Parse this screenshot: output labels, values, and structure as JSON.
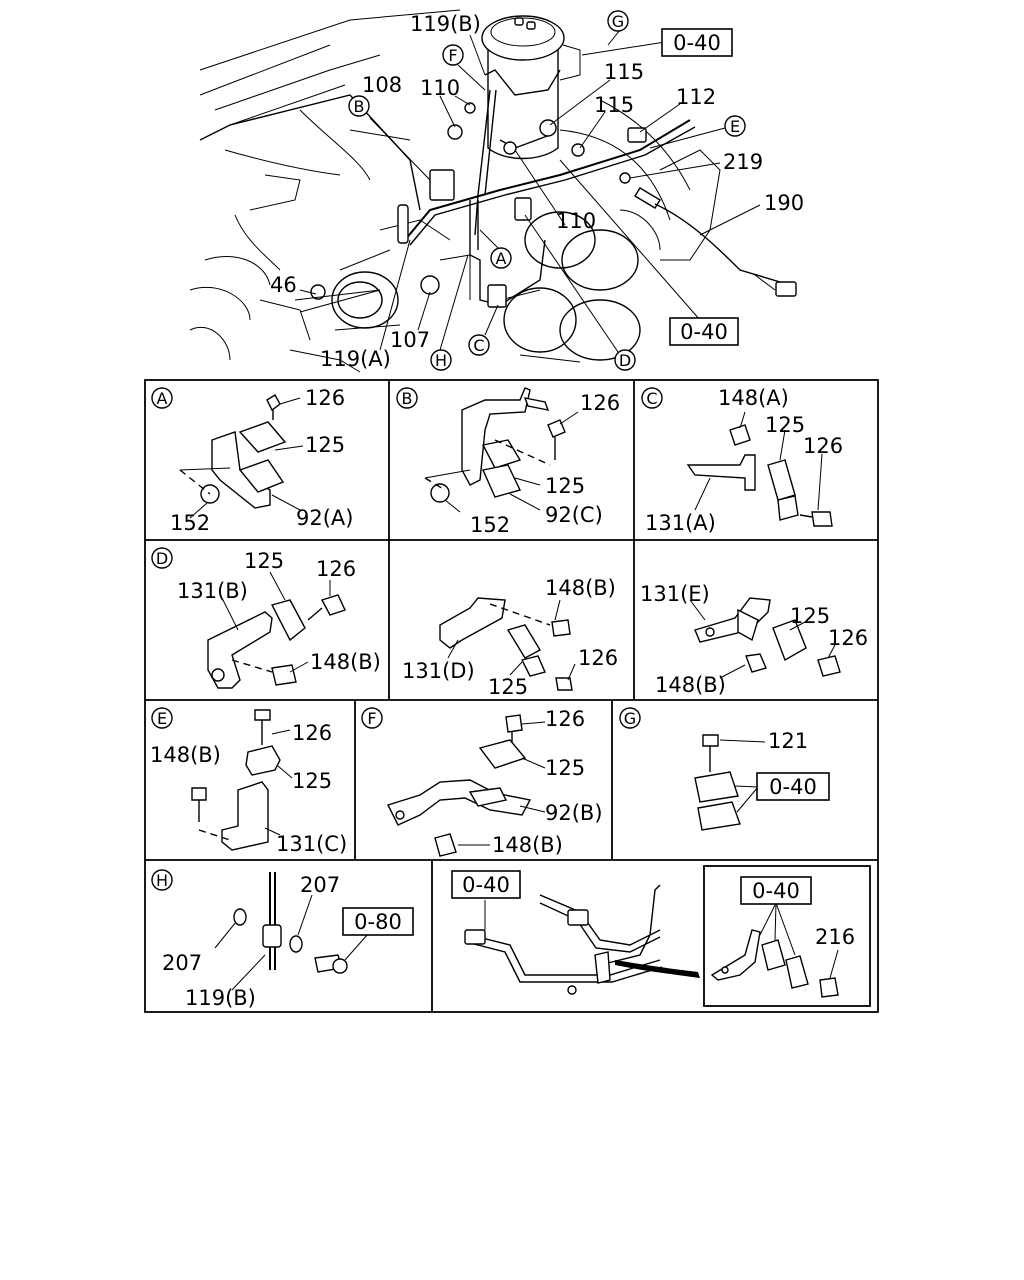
{
  "main": {
    "labels": {
      "l119b": "119(B)",
      "l108": "108",
      "l110a": "110",
      "l115a": "115",
      "l115b": "115",
      "l112": "112",
      "l219": "219",
      "l190": "190",
      "l110b": "110",
      "l46": "46",
      "l107": "107",
      "l119a": "119(A)"
    },
    "callouts": {
      "G": "G",
      "F": "F",
      "B": "B",
      "E": "E",
      "A": "A",
      "C": "C",
      "H": "H",
      "D": "D"
    },
    "refs": {
      "r1": "0-40",
      "r2": "0-40"
    }
  },
  "panels": {
    "A": {
      "id": "A",
      "labels": {
        "p126": "126",
        "p125": "125",
        "p152": "152",
        "p92": "92(A)"
      }
    },
    "B": {
      "id": "B",
      "labels": {
        "p126": "126",
        "p125": "125",
        "p152": "152",
        "p92": "92(C)"
      }
    },
    "C": {
      "id": "C",
      "labels": {
        "p148": "148(A)",
        "p125": "125",
        "p126": "126",
        "p131": "131(A)"
      }
    },
    "D": {
      "id": "D",
      "labels": {
        "p125": "125",
        "p126": "126",
        "p131": "131(B)",
        "p148": "148(B)"
      }
    },
    "D2": {
      "labels": {
        "p148": "148(B)",
        "p131": "131(D)",
        "p125": "125",
        "p126": "126"
      }
    },
    "D3": {
      "labels": {
        "p131": "131(E)",
        "p125": "125",
        "p126": "126",
        "p148": "148(B)"
      }
    },
    "E": {
      "id": "E",
      "labels": {
        "p148": "148(B)",
        "p126": "126",
        "p125": "125",
        "p131": "131(C)"
      }
    },
    "F": {
      "id": "F",
      "labels": {
        "p126": "126",
        "p125": "125",
        "p92": "92(B)",
        "p148": "148(B)"
      }
    },
    "G": {
      "id": "G",
      "labels": {
        "p121": "121",
        "ref": "0-40"
      }
    },
    "H": {
      "id": "H",
      "labels": {
        "p207a": "207",
        "p207b": "207",
        "p119": "119(B)",
        "ref": "0-80"
      }
    },
    "I": {
      "labels": {
        "ref": "0-40"
      }
    },
    "J": {
      "labels": {
        "ref": "0-40",
        "p216": "216"
      }
    }
  }
}
